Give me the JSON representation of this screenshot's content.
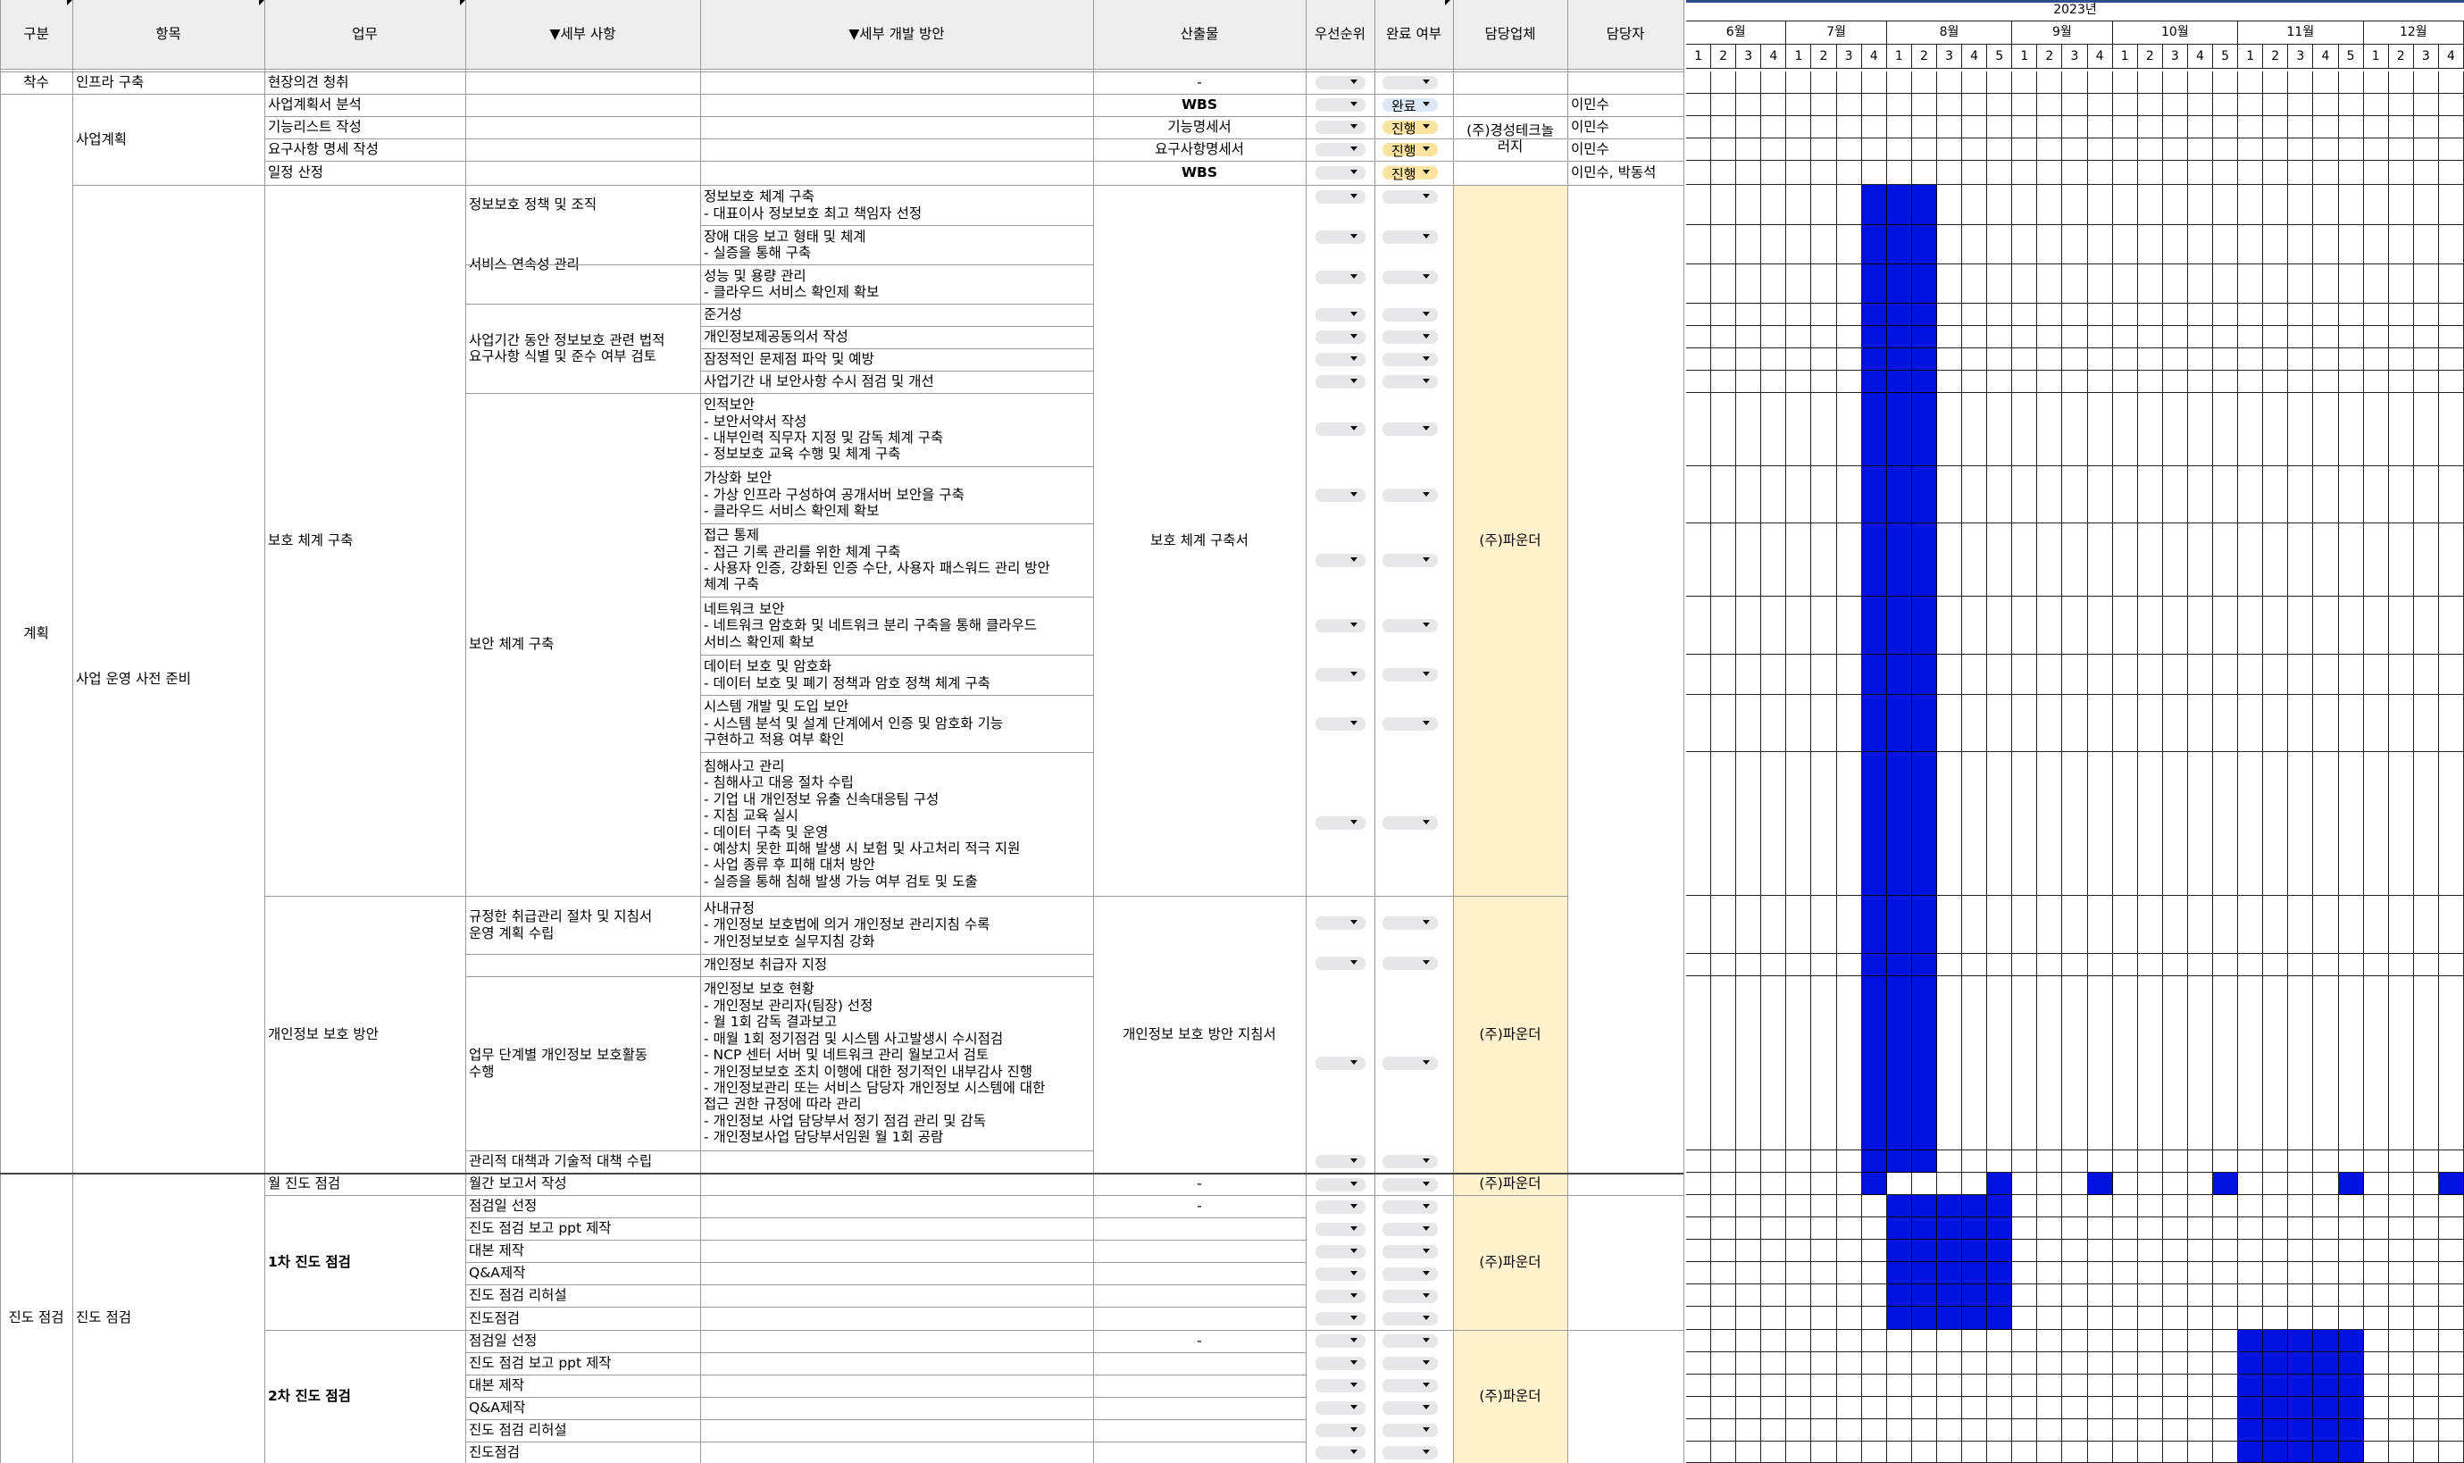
{
  "header": {
    "gubun": "구분",
    "hangmok": "항목",
    "eopmu": "업무",
    "sebu": "▼세부 사항",
    "gaebal": "▼세부 개발 방안",
    "sanchul": "산출물",
    "priority": "우선순위",
    "done": "완료 여부",
    "company": "담당업체",
    "person": "담당자"
  },
  "gantt": {
    "year": "2023년",
    "months": [
      {
        "label": "6월",
        "weeks": [
          "1",
          "2",
          "3",
          "4"
        ]
      },
      {
        "label": "7월",
        "weeks": [
          "1",
          "2",
          "3",
          "4"
        ]
      },
      {
        "label": "8월",
        "weeks": [
          "1",
          "2",
          "3",
          "4",
          "5"
        ]
      },
      {
        "label": "9월",
        "weeks": [
          "1",
          "2",
          "3",
          "4"
        ]
      },
      {
        "label": "10월",
        "weeks": [
          "1",
          "2",
          "3",
          "4",
          "5"
        ]
      },
      {
        "label": "11월",
        "weeks": [
          "1",
          "2",
          "3",
          "4",
          "5"
        ]
      },
      {
        "label": "12월",
        "weeks": [
          "1",
          "2",
          "3",
          "4"
        ]
      }
    ],
    "bar_color": "#0012e0"
  },
  "colors": {
    "company_fill": "#fff2cc",
    "status_fill": "#dce8f6",
    "progress_fill": "#fce4a0",
    "header_fill": "#eeeeee"
  },
  "sections": {
    "chaksu": "착수",
    "gyehoek": "계획",
    "jindo": "진도 점검"
  },
  "groups": {
    "infra": "인프라 구축",
    "saeop": "사업계획",
    "junbi": "사업 운영 사전 준비",
    "bohosystem": "보호 체계 구축",
    "personal": "개인정보 보호 방안",
    "monthly": "월 진도 점검",
    "first": "1차 진도 점검",
    "second": "2차 진도 점검",
    "securitysys": "보안 체계 구축"
  },
  "tasks": {
    "t_infra": "현장의견 청취",
    "t_plan1": "사업계획서 분석",
    "t_plan2": "기능리스트 작성",
    "t_plan3": "요구사항 명세 작성",
    "t_plan4": "일정 산정",
    "t_monthly": "월간 보고서 작성"
  },
  "details": {
    "d1": "정보보호 정책 및 조직",
    "d2": "서비스 연속성 관리",
    "d3": "사업기간 동안 정보보호 관련 법적\n요구사항 식별 및 준수 여부 검토",
    "d4": "규정한 취급관리 절차 및 지침서\n운영 계획 수립",
    "d5": "업무 단계별 개인정보 보호활동\n수행",
    "d6": "관리적 대책과 기술적 대책 수립",
    "p1": "점검일 선정",
    "p2": "진도 점검 보고 ppt 제작",
    "p3": "대본 제작",
    "p4": "Q&A제작",
    "p5": "진도 점검 리허설",
    "p6": "진도점검",
    "q1": "점검일 선정",
    "q2": "진도 점검 보고 ppt 제작",
    "q3": "대본 제작",
    "q4": "Q&A제작",
    "q5": "진도 점검 리허설",
    "q6": "진도점검"
  },
  "dev": {
    "v1": "정보보호 체계 구축\n- 대표이사 정보보호 최고 책임자 선정",
    "v2": "장애 대응 보고 형태 및 체계\n- 실증을 통해 구축",
    "v3": "성능 및 용량 관리\n- 클라우드 서비스 확인제 확보",
    "v4": "준거성",
    "v5": "개인정보제공동의서 작성",
    "v6": "잠정적인 문제점 파악 및 예방",
    "v7": "사업기간 내 보안사항 수시 점검 및 개선",
    "v8": "인적보안\n- 보안서약서 작성\n- 내부인력 직무자 지정 및 감독 체계 구축\n- 정보보호 교육 수행 및 체계 구축",
    "v9": "가상화 보안\n- 가상 인프라 구성하여 공개서버 보안을 구축\n- 클라우드 서비스 확인제 확보",
    "v10": "접근 통제\n- 접근 기록 관리를 위한 체계 구축\n- 사용자 인증, 강화된 인증 수단, 사용자 패스워드 관리 방안\n체계 구축",
    "v11": "네트워크 보안\n- 네트워크 암호화 및 네트워크 분리 구축을 통해 클라우드\n서비스 확인제 확보",
    "v12": "데이터 보호 및 암호화\n- 데이터 보호 및 폐기 정책과 암호 정책 체계 구축",
    "v13": "시스템 개발 및 도입 보안\n- 시스템 분석 및 설계 단계에서 인증 및 암호화 기능\n구현하고 적용 여부 확인",
    "v14": "침해사고 관리\n- 침해사고 대응 절차 수립\n- 기업 내 개인정보 유출 신속대응팀 구성\n- 지침 교육 실시\n- 데이터 구축 및 운영\n- 예상치 못한 피해 발생 시 보험 및 사고처리 적극 지원\n- 사업 종류 후 피해 대처 방안\n- 실증을 통해 침해 발생 가능 여부 검토 및 도출",
    "v15": "사내규정\n- 개인정보 보호법에 의거 개인정보 관리지침 수록\n- 개인정보보호 실무지침 강화",
    "v16": "개인정보 취급자 지정",
    "v17": "개인정보 보호 현황\n- 개인정보 관리자(팀장) 선정\n- 월 1회 감독 결과보고\n- 매월 1회 정기점검 및 시스템 사고발생시 수시점검\n- NCP 센터 서버 및 네트워크 관리 월보고서 검토\n- 개인정보보호 조치 이행에 대한 정기적인 내부감사 진행\n- 개인정보관리 또는 서비스 담당자 개인정보 시스템에 대한\n접근 권한 규정에 따라 관리\n- 개인정보 사업 담당부서 정기 점검 관리 및 감독\n- 개인정보사업 담당부서임원 월 1회 공람"
  },
  "outputs": {
    "o_infra": "-",
    "o_wbs": "WBS",
    "o_func": "기능명세서",
    "o_req": "요구사항명세서",
    "o_wbs2": "WBS",
    "o_boho": "보호 체계 구축서",
    "o_personal": "개인정보 보호 방안 지침서",
    "o_month": "-",
    "o_p1": "-",
    "o_q1": "-"
  },
  "status": {
    "done": "완료",
    "progress": "진행"
  },
  "companies": {
    "c_plan": "(주)경성테크놀\n러지",
    "c_boho": "(주)파운더",
    "c_personal": "(주)파운더",
    "c_month": "(주)파운더",
    "c_first": "(주)파운더",
    "c_second": "(주)파운더"
  },
  "people": {
    "m1": "이민수",
    "m2": "이민수",
    "m3": "이민수",
    "m4": "이민수, 박동석"
  },
  "schedule": [
    {
      "task": "보호 체계 구축 / 개인정보 보호 방안",
      "months": "7월 4주 – 8월 2주"
    },
    {
      "task": "월간 보고서 작성",
      "months": "7월 4주, 8월 5주, 9월 4주, 10월 5주, 11월 5주, 12월 4주"
    },
    {
      "task": "1차 진도 점검",
      "months": "8월 1주 – 8월 5주"
    },
    {
      "task": "2차 진도 점검",
      "months": "11월 1주 – 11월 5주"
    }
  ]
}
